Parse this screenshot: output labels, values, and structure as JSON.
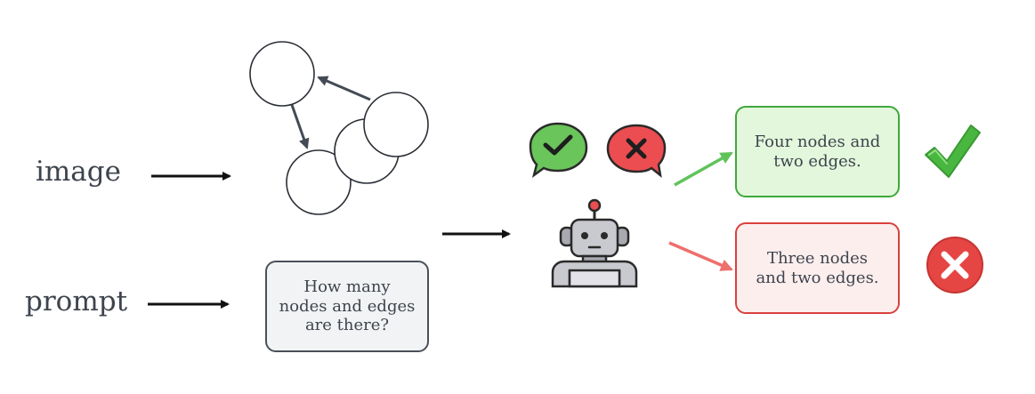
{
  "inputs": {
    "image_label": "image",
    "prompt_label": "prompt"
  },
  "prompt_text": "How many\nnodes and edges\nare there?",
  "answers": {
    "correct_text": "Four nodes and\ntwo edges.",
    "wrong_text": "Three nodes\nand two edges."
  },
  "graph_icon": {
    "node_count": 4,
    "edge_count": 2
  },
  "colors": {
    "text": "#3e444d",
    "arrow": "#111111",
    "graph_edge": "#454b55",
    "correct_border": "#3fa83b",
    "correct_fill": "#e3f7dc",
    "correct_arrow": "#5fc35a",
    "wrong_border": "#d9413e",
    "wrong_fill": "#fdeeee",
    "wrong_arrow": "#ee6f6c",
    "prompt_fill": "#f2f3f4"
  },
  "icons": {
    "robot": "robot-icon",
    "correct_bubble": "check-speech-bubble-icon",
    "wrong_bubble": "x-speech-bubble-icon",
    "correct_mark": "green-checkmark-icon",
    "wrong_mark": "red-x-circle-icon"
  }
}
